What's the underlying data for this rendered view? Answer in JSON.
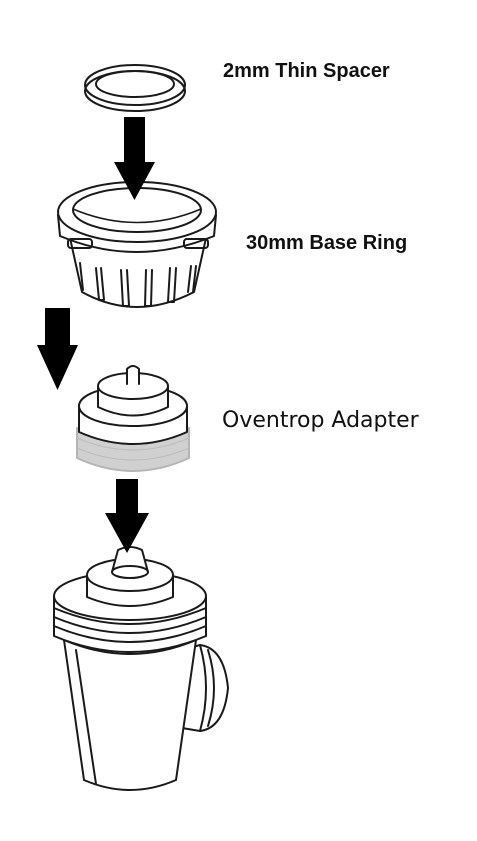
{
  "labels": {
    "spacer": "2mm Thin Spacer",
    "base_ring": "30mm Base Ring",
    "adapter": "Oventrop Adapter"
  },
  "colors": {
    "outline": "#1a1a1a",
    "arrow": "#000000",
    "thread_band": "#d0d0d0",
    "background": "#ffffff"
  },
  "icons": [
    "down-arrow-icon"
  ]
}
